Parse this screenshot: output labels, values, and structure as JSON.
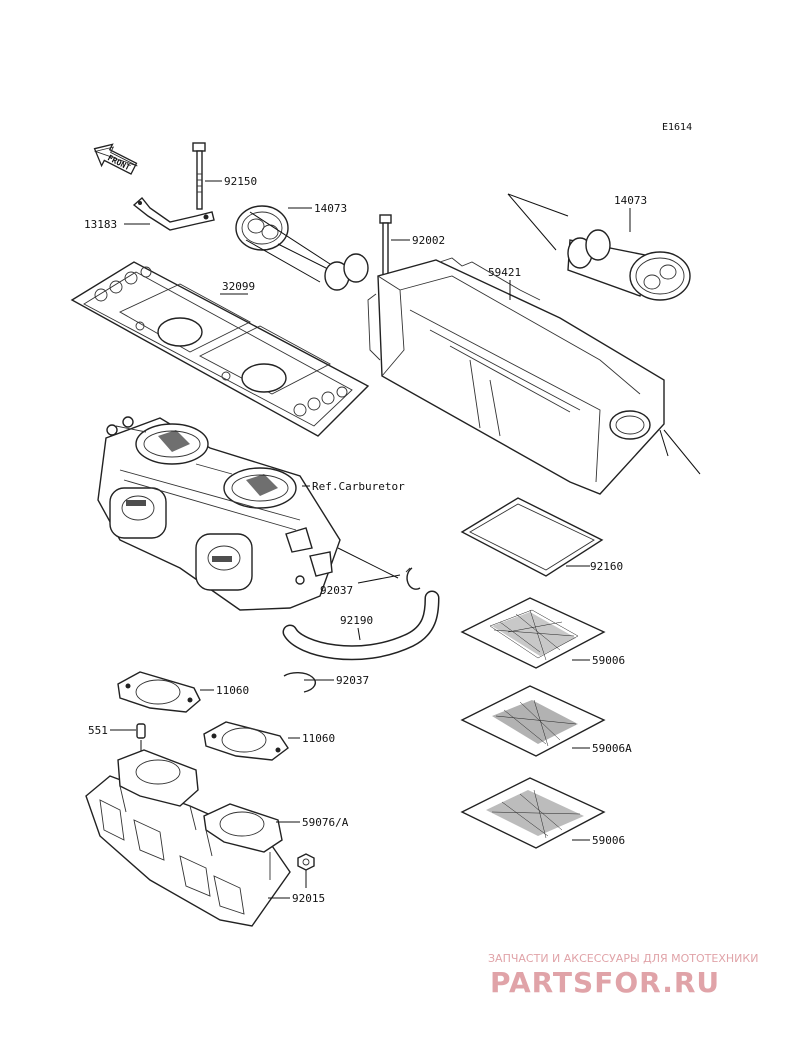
{
  "diagram_code": "E1614",
  "front_label": "FRONT",
  "parts": [
    {
      "id": "p92150",
      "number": "92150"
    },
    {
      "id": "p13183",
      "number": "13183"
    },
    {
      "id": "p14073a",
      "number": "14073"
    },
    {
      "id": "p14073b",
      "number": "14073"
    },
    {
      "id": "p92002",
      "number": "92002"
    },
    {
      "id": "p59421",
      "number": "59421"
    },
    {
      "id": "p32099",
      "number": "32099"
    },
    {
      "id": "pcarb",
      "number": "Ref.Carburetor"
    },
    {
      "id": "p92037a",
      "number": "92037"
    },
    {
      "id": "p92160",
      "number": "92160"
    },
    {
      "id": "p92190",
      "number": "92190"
    },
    {
      "id": "p59006a",
      "number": "59006"
    },
    {
      "id": "p92037b",
      "number": "92037"
    },
    {
      "id": "p11060a",
      "number": "11060"
    },
    {
      "id": "p59006A",
      "number": "59006A"
    },
    {
      "id": "p551",
      "number": "551"
    },
    {
      "id": "p11060b",
      "number": "11060"
    },
    {
      "id": "p59076",
      "number": "59076/A"
    },
    {
      "id": "p59006b",
      "number": "59006"
    },
    {
      "id": "p92015",
      "number": "92015"
    }
  ],
  "watermark": {
    "tagline": "ЗАПЧАСТИ И АКСЕССУАРЫ ДЛЯ МОТОТЕХНИКИ",
    "brand": "PARTSFOR.RU",
    "color": "#e0a3a8"
  }
}
